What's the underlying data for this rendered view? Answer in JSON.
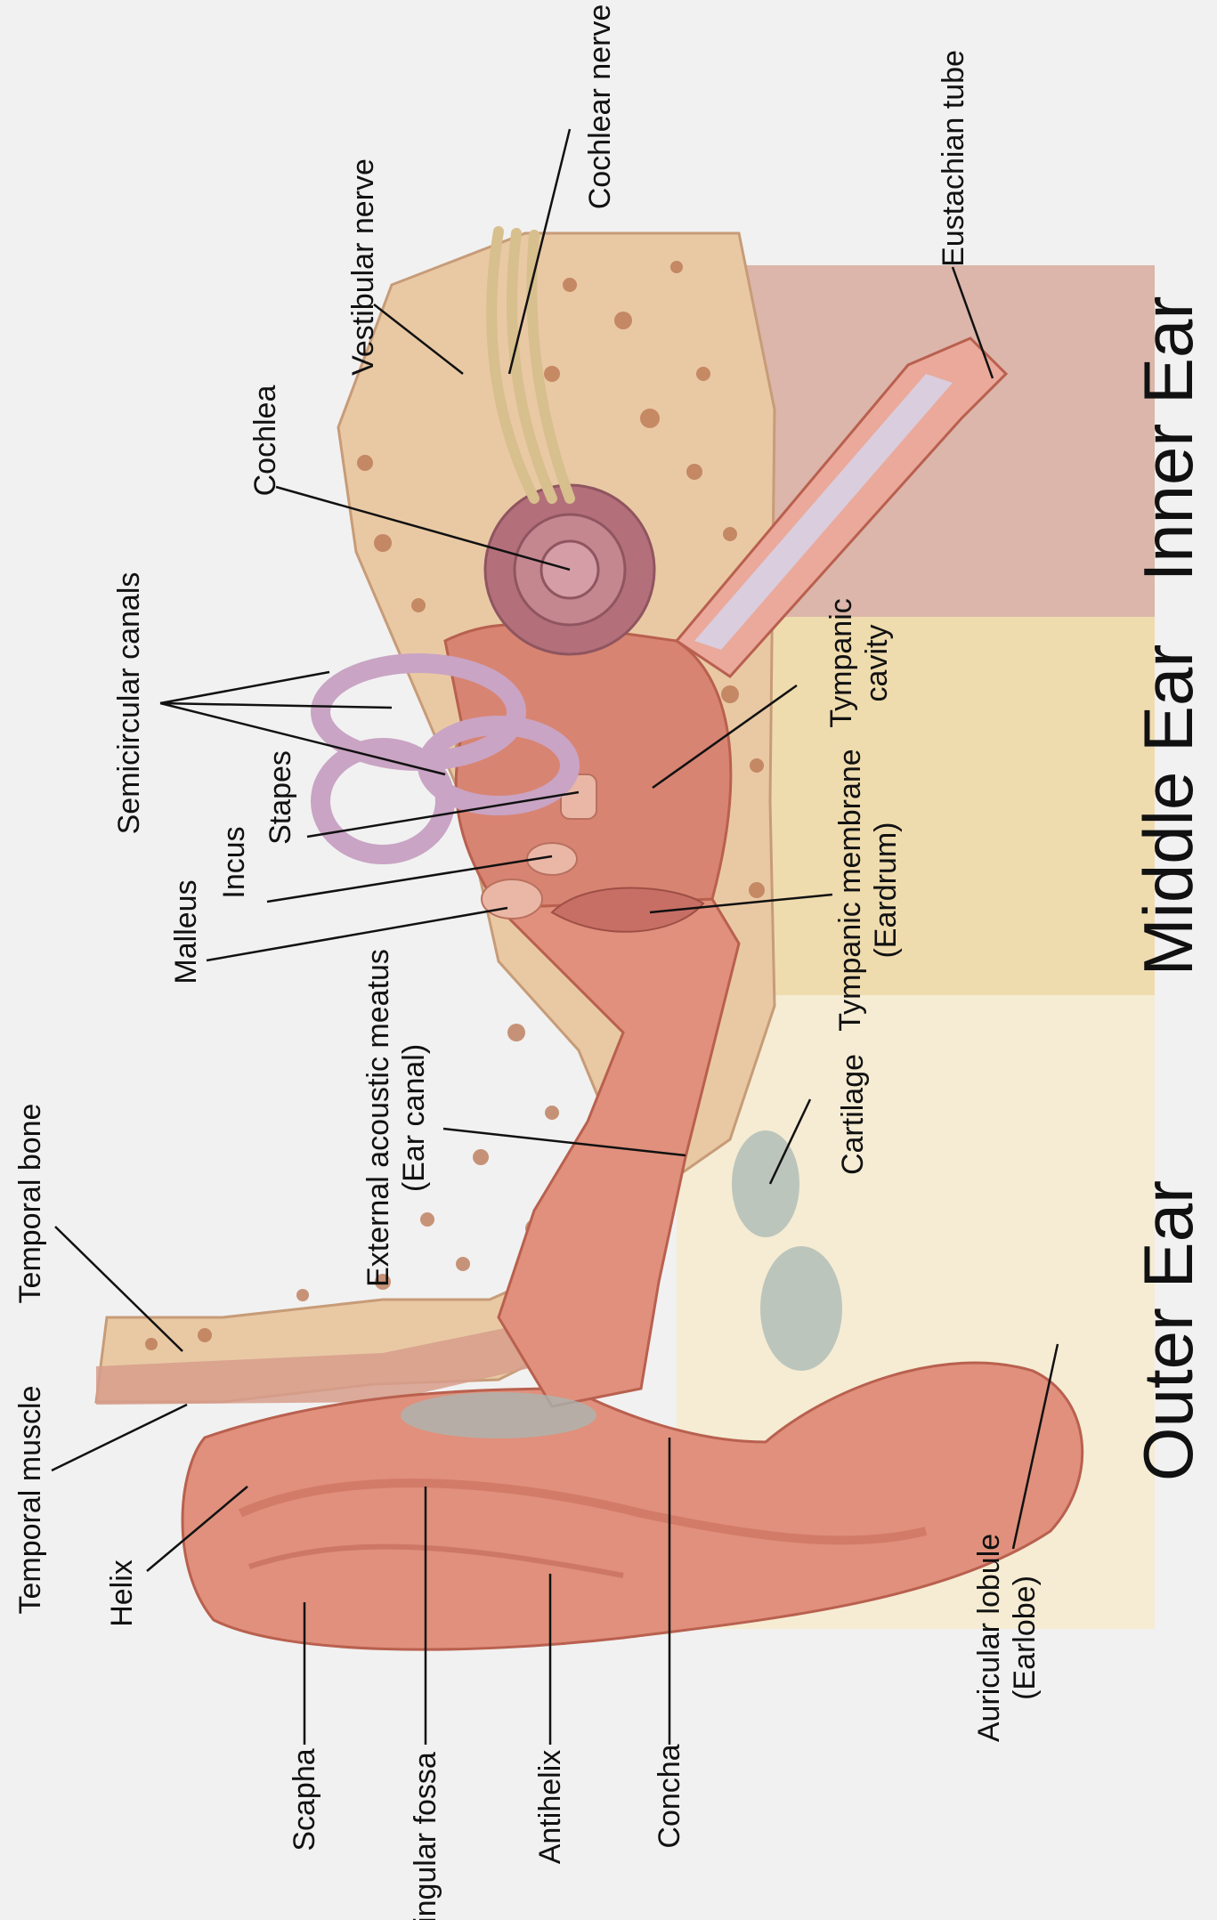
{
  "regions": {
    "outer": "Outer Ear",
    "middle": "Middle Ear",
    "inner": "Inner Ear"
  },
  "labels": {
    "scapha": "Scapha",
    "tringular_fossa": "Tringular fossa",
    "antihelix": "Antihelix",
    "concha": "Concha",
    "helix": "Helix",
    "temporal_muscle": "Temporal muscle",
    "temporal_bone": "Temporal bone",
    "external_meatus_line1": "External acoustic meatus",
    "external_meatus_line2": "(Ear canal)",
    "malleus": "Malleus",
    "incus": "Incus",
    "stapes": "Stapes",
    "semicircular_canals": "Semicircular canals",
    "cochlea": "Cochlea",
    "vestibular_nerve": "Vestibular nerve",
    "cochlear_nerve": "Cochlear nerve",
    "eustachian_tube": "Eustachian tube",
    "tympanic_cavity_line1": "Tympanic",
    "tympanic_cavity_line2": "cavity",
    "tympanic_membrane_line1": "Tympanic membrane",
    "tympanic_membrane_line2": "(Eardrum)",
    "cartilage": "Cartilage",
    "auricular_lobule_line1": "Auricular lobule",
    "auricular_lobule_line2": "(Earlobe)"
  },
  "colors": {
    "background": "#f1f1f1",
    "outer_zone": "#f5ecd3",
    "middle_zone": "#efdcae",
    "inner_zone": "#dcb6aa",
    "bone": "#e9c9a4",
    "bone_speckle": "#b8734f",
    "flesh": "#e0907c",
    "flesh_dark": "#c96e5e",
    "cochlea": "#b3707a",
    "canals": "#c9a4c4",
    "cartilage": "#a8b8b4",
    "nerve": "#d8bf8e",
    "leader_line": "#111111"
  }
}
